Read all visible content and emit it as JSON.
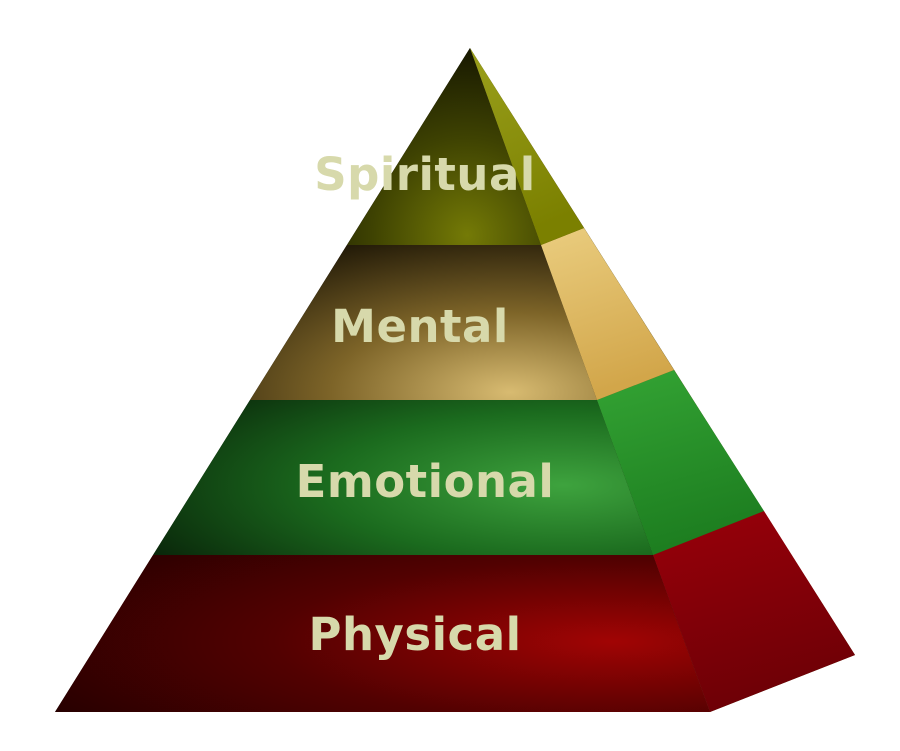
{
  "background": "#ffffff",
  "pyramid": {
    "kind": "3d-pyramid",
    "label_color": "#d7d9ab",
    "levels": [
      {
        "label": "Spiritual",
        "front_light": "#747a06",
        "front_mid": "#3e4202",
        "front_dark": "#0a0a00",
        "side_light": "#9aa01c",
        "side_dark": "#7b8000"
      },
      {
        "label": "Mental",
        "front_light": "#d8bb71",
        "front_mid": "#7d6428",
        "front_dark": "#120d02",
        "side_light": "#eacd7f",
        "side_dark": "#d2a64a"
      },
      {
        "label": "Emotional",
        "front_light": "#3ea33e",
        "front_mid": "#1b6b1e",
        "front_dark": "#051505",
        "side_light": "#34a434",
        "side_dark": "#1d7e20"
      },
      {
        "label": "Physical",
        "front_light": "#a10404",
        "front_mid": "#520101",
        "front_dark": "#150000",
        "side_light": "#99000a",
        "side_dark": "#6e0006"
      }
    ]
  }
}
